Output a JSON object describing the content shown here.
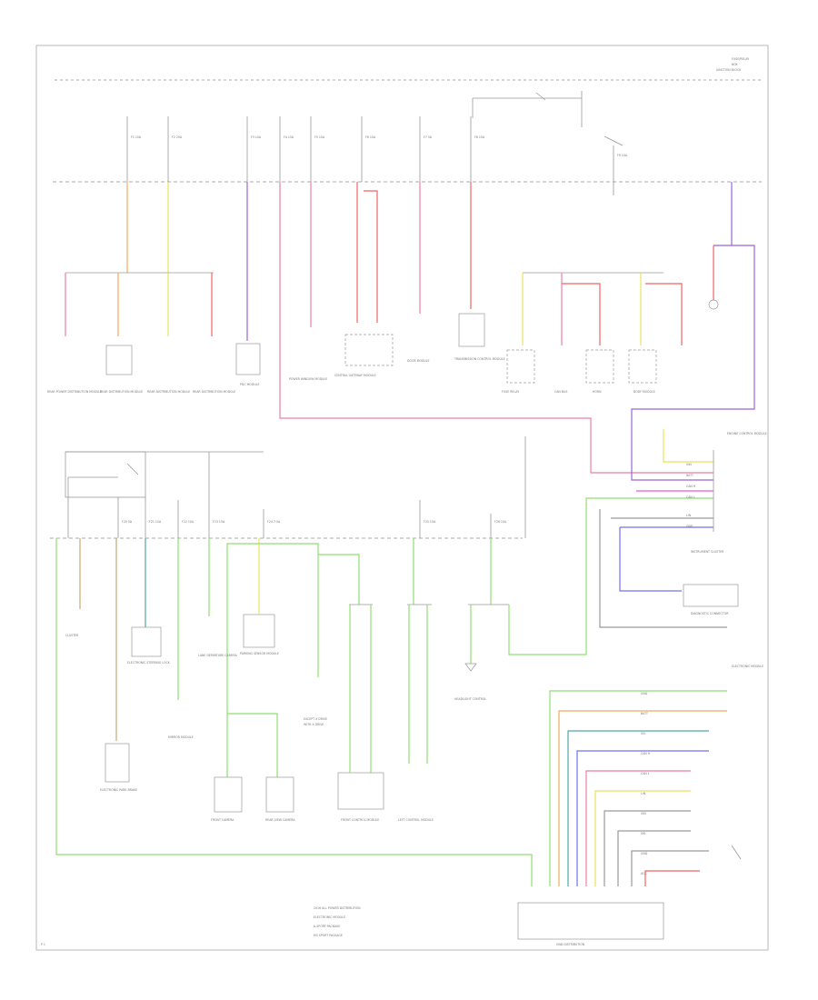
{
  "title": {
    "lines": [
      "FUSE/RELAY",
      "BOX",
      "JUNCTION BLOCK"
    ]
  },
  "page_number": "P 1",
  "bottom_caption": "GND DISTRIBUTION",
  "legend": [
    "2016 ALL POWER DISTRIBUTION",
    "ELECTRONIC MODULE",
    "A-SPORT PACKAGE",
    "M3 SPORT PACKAGE"
  ],
  "fuses_top": [
    "F1 10A",
    "F2 20A",
    "F3 10A",
    "F4 15A",
    "F5 10A",
    "F6 10A",
    "F7 5A",
    "F8 15A",
    "F9 10A"
  ],
  "fuses_lower": [
    "F20 5A",
    "F21 10A",
    "F22 10A",
    "F23 15A",
    "F24 7.5A",
    "F25 10A",
    "F26 10A"
  ],
  "components_top_row": [
    "REAR POWER DISTRIBUTION MODULE",
    "REAR DISTRIBUTION MODULE",
    "REAR DISTRIBUTION MODULE",
    "REAR DISTRIBUTION MODULE",
    "PDC MODULE",
    "POWER WINDOW MODULE",
    "CENTRAL GATEWAY MODULE",
    "DOOR MODULE",
    "TRANSMISSION CONTROL MODULE",
    "FUSE RELAY",
    "CAN BUS",
    "HORN",
    "BODY MODULE"
  ],
  "components_lower_row": [
    "CLUSTER",
    "ELECTRONIC STEERING LOCK",
    "LANE DEPARTURE CAMERA",
    "PARKING SENSOR MODULE",
    "FRONT CAMERA",
    "REAR VIEW CAMERA",
    "FRONT CONTROL MODULE",
    "LEFT CONTROL MODULE",
    "ELECTRONIC PARK BRAKE",
    "HEADLIGHT CONTROL",
    "MIRROR MODULE"
  ],
  "right_connector_labels": [
    "IGN",
    "BATT",
    "CAN H",
    "CAN L",
    "LIN",
    "GND"
  ],
  "right_modules": [
    "ENGINE CONTROL MODULE",
    "INSTRUMENT CLUSTER",
    "DIAGNOSTIC CONNECTOR",
    "ELECTRONIC MODULE"
  ],
  "right_lower_labels": [
    "GND",
    "BATT",
    "SIG",
    "CAN H",
    "CAN L",
    "LIN",
    "IGN",
    "SW",
    "GND",
    "ACC"
  ],
  "notes": [
    "EXCEPT X DRIVE",
    "WITH X DRIVE"
  ],
  "colors": {
    "frame": "#b8b8b8",
    "bus": "#a8a8a8",
    "wire_gray": "#9a9a9a",
    "wire_orange": "#f2a860",
    "wire_yellow": "#e8e25a",
    "wire_purple": "#9a64d8",
    "wire_pink": "#ec7ea8",
    "wire_red": "#ef6464",
    "wire_green": "#8ee070",
    "wire_blue": "#6f72ef",
    "wire_teal": "#52a8a8",
    "wire_tan": "#c9a874",
    "wire_magenta": "#e85ad8"
  }
}
